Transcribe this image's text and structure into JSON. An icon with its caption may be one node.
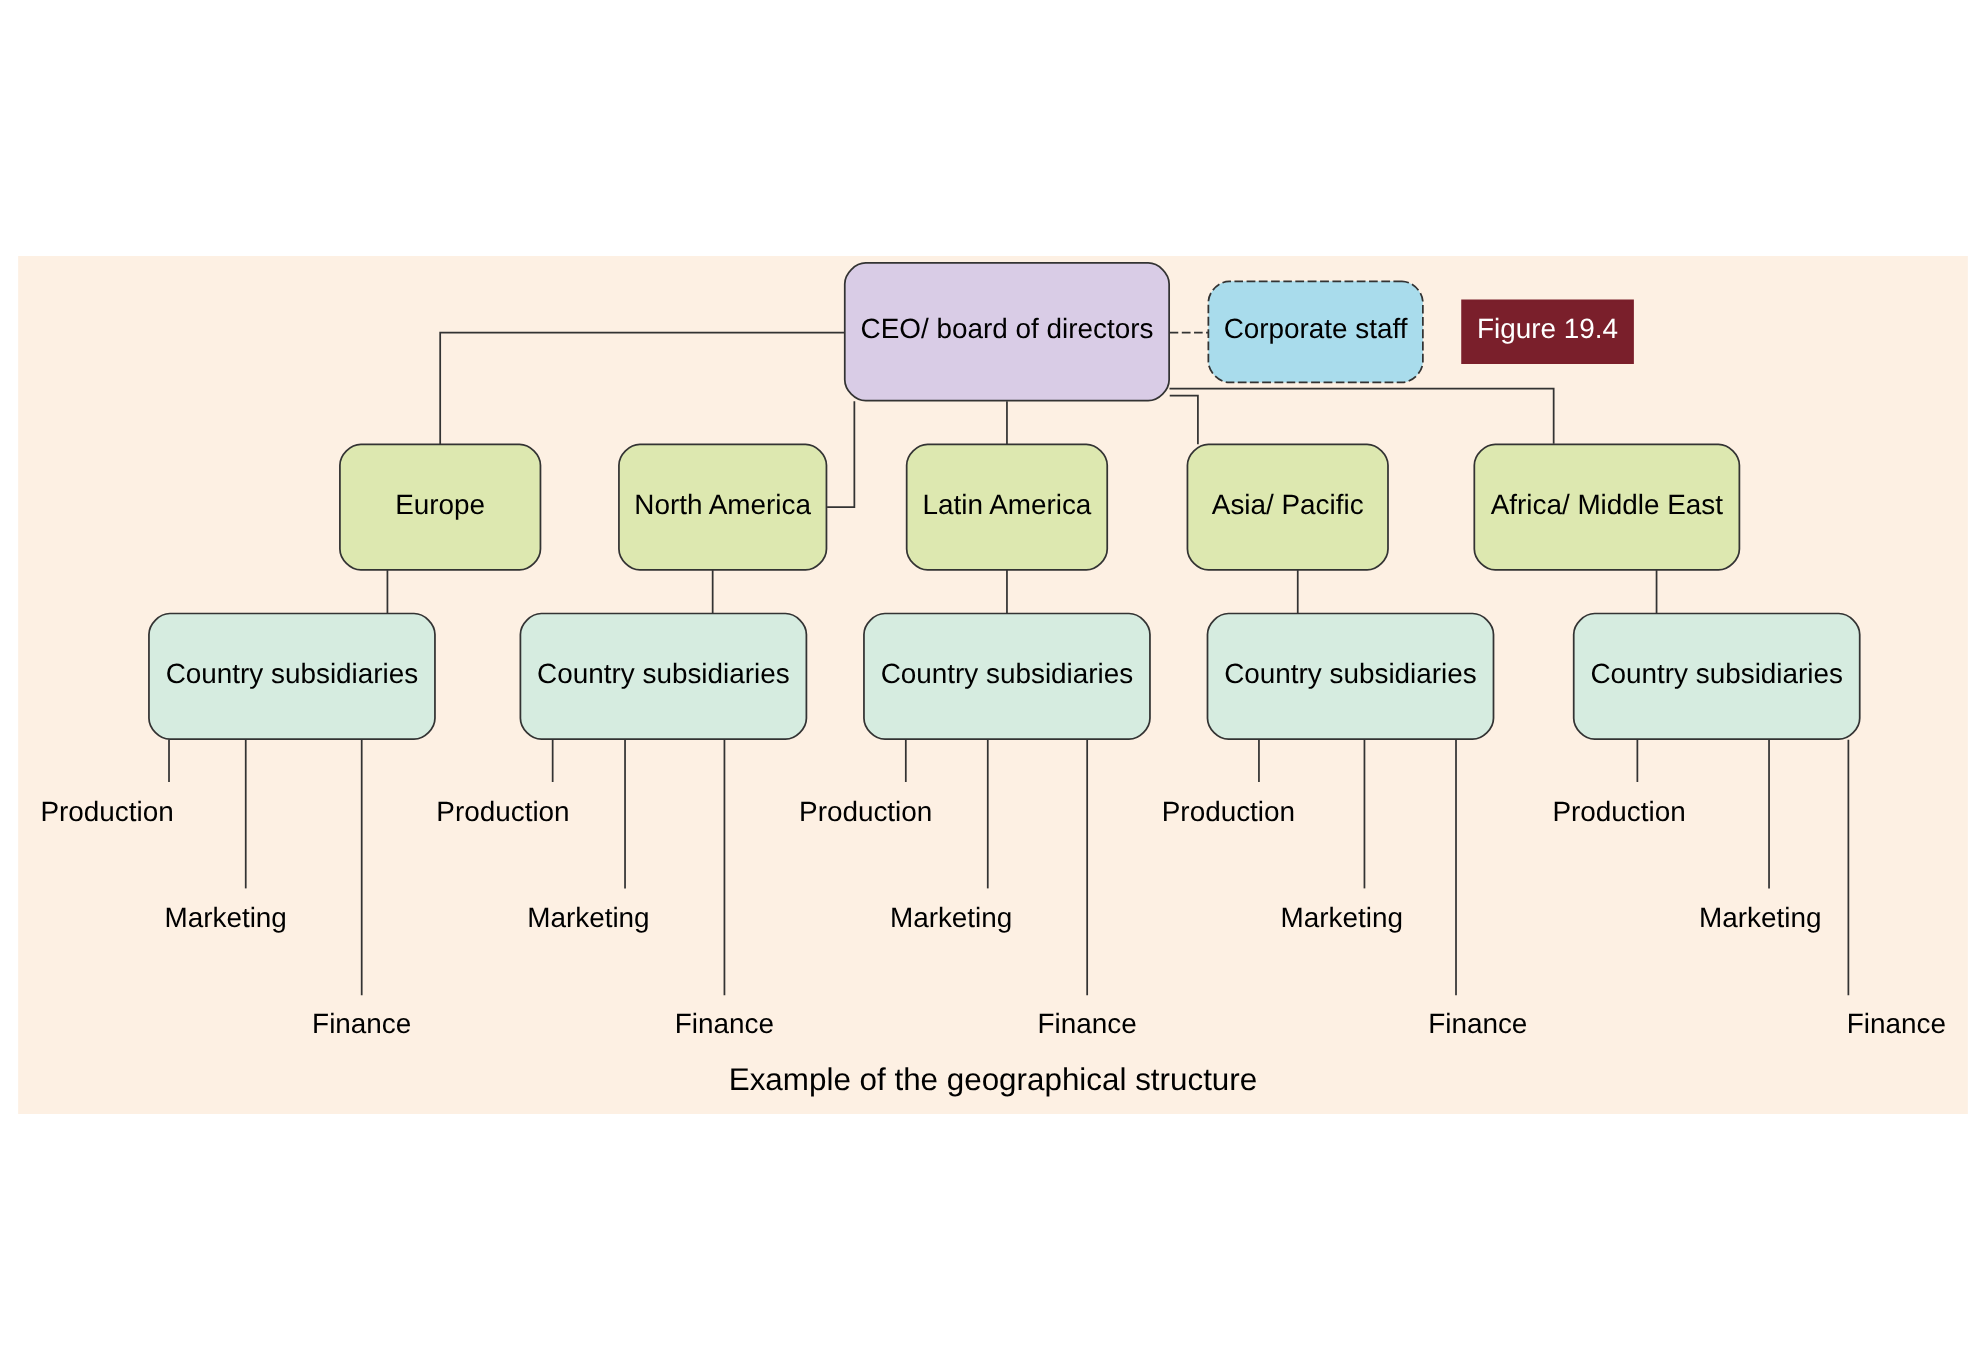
{
  "diagram": {
    "caption": "Example of the geographical structure",
    "nodes": [
      {
        "text": [
          "CEO/ board of directors"
        ]
      },
      {
        "text": [
          "Corporate staff"
        ]
      },
      {
        "text": [
          "Europe"
        ]
      },
      {
        "text": [
          "North America"
        ]
      },
      {
        "text": [
          "Latin America"
        ]
      },
      {
        "text": [
          "Asia/ Pacific"
        ]
      },
      {
        "text": [
          "Africa/ Middle East"
        ]
      },
      {
        "text": [
          "Country subsidiaries"
        ]
      },
      {
        "text": [
          "Country subsidiaries"
        ]
      },
      {
        "text": [
          "Country subsidiaries"
        ]
      },
      {
        "text": [
          "Country subsidiaries"
        ]
      },
      {
        "text": [
          "Country subsidiaries"
        ]
      },
      {
        "text": [
          "Production"
        ]
      },
      {
        "text": [
          "Production"
        ]
      },
      {
        "text": [
          "Production"
        ]
      },
      {
        "text": [
          "Production"
        ]
      },
      {
        "text": [
          "Production"
        ]
      },
      {
        "text": [
          "Marketing"
        ]
      },
      {
        "text": [
          "Marketing"
        ]
      },
      {
        "text": [
          "Marketing"
        ]
      },
      {
        "text": [
          "Marketing"
        ]
      },
      {
        "text": [
          "Marketing"
        ]
      },
      {
        "text": [
          "Finance"
        ]
      },
      {
        "text": [
          "Finance"
        ]
      },
      {
        "text": [
          "Finance"
        ]
      },
      {
        "text": [
          "Finance"
        ]
      },
      {
        "text": [
          "Finance"
        ]
      }
    ],
    "edges": [
      {
        "from": 0,
        "to": 1,
        "arrow": "none",
        "style": "dashed"
      },
      {
        "from": 0,
        "to": 2,
        "arrow": "none"
      },
      {
        "from": 0,
        "to": 3,
        "arrow": "none"
      },
      {
        "from": 0,
        "to": 4,
        "arrow": "none"
      },
      {
        "from": 0,
        "to": 5,
        "arrow": "none"
      },
      {
        "from": 0,
        "to": 6,
        "arrow": "none"
      },
      {
        "from": 2,
        "to": 7,
        "arrow": "none"
      },
      {
        "from": 3,
        "to": 8,
        "arrow": "none"
      },
      {
        "from": 4,
        "to": 9,
        "arrow": "none"
      },
      {
        "from": 5,
        "to": 10,
        "arrow": "none"
      },
      {
        "from": 6,
        "to": 11,
        "arrow": "none"
      },
      {
        "from": 7,
        "to": 12,
        "arrow": "none"
      },
      {
        "from": 7,
        "to": 17,
        "arrow": "none"
      },
      {
        "from": 7,
        "to": 22,
        "arrow": "none"
      },
      {
        "from": 8,
        "to": 13,
        "arrow": "none"
      },
      {
        "from": 8,
        "to": 18,
        "arrow": "none"
      },
      {
        "from": 8,
        "to": 23,
        "arrow": "none"
      },
      {
        "from": 9,
        "to": 14,
        "arrow": "none"
      },
      {
        "from": 9,
        "to": 19,
        "arrow": "none"
      },
      {
        "from": 9,
        "to": 24,
        "arrow": "none"
      },
      {
        "from": 10,
        "to": 15,
        "arrow": "none"
      },
      {
        "from": 10,
        "to": 20,
        "arrow": "none"
      },
      {
        "from": 10,
        "to": 25,
        "arrow": "none"
      },
      {
        "from": 11,
        "to": 16,
        "arrow": "none"
      },
      {
        "from": 11,
        "to": 21,
        "arrow": "none"
      },
      {
        "from": 11,
        "to": 26,
        "arrow": "none"
      }
    ],
    "labels": [
      "Figure 19.4"
    ]
  }
}
